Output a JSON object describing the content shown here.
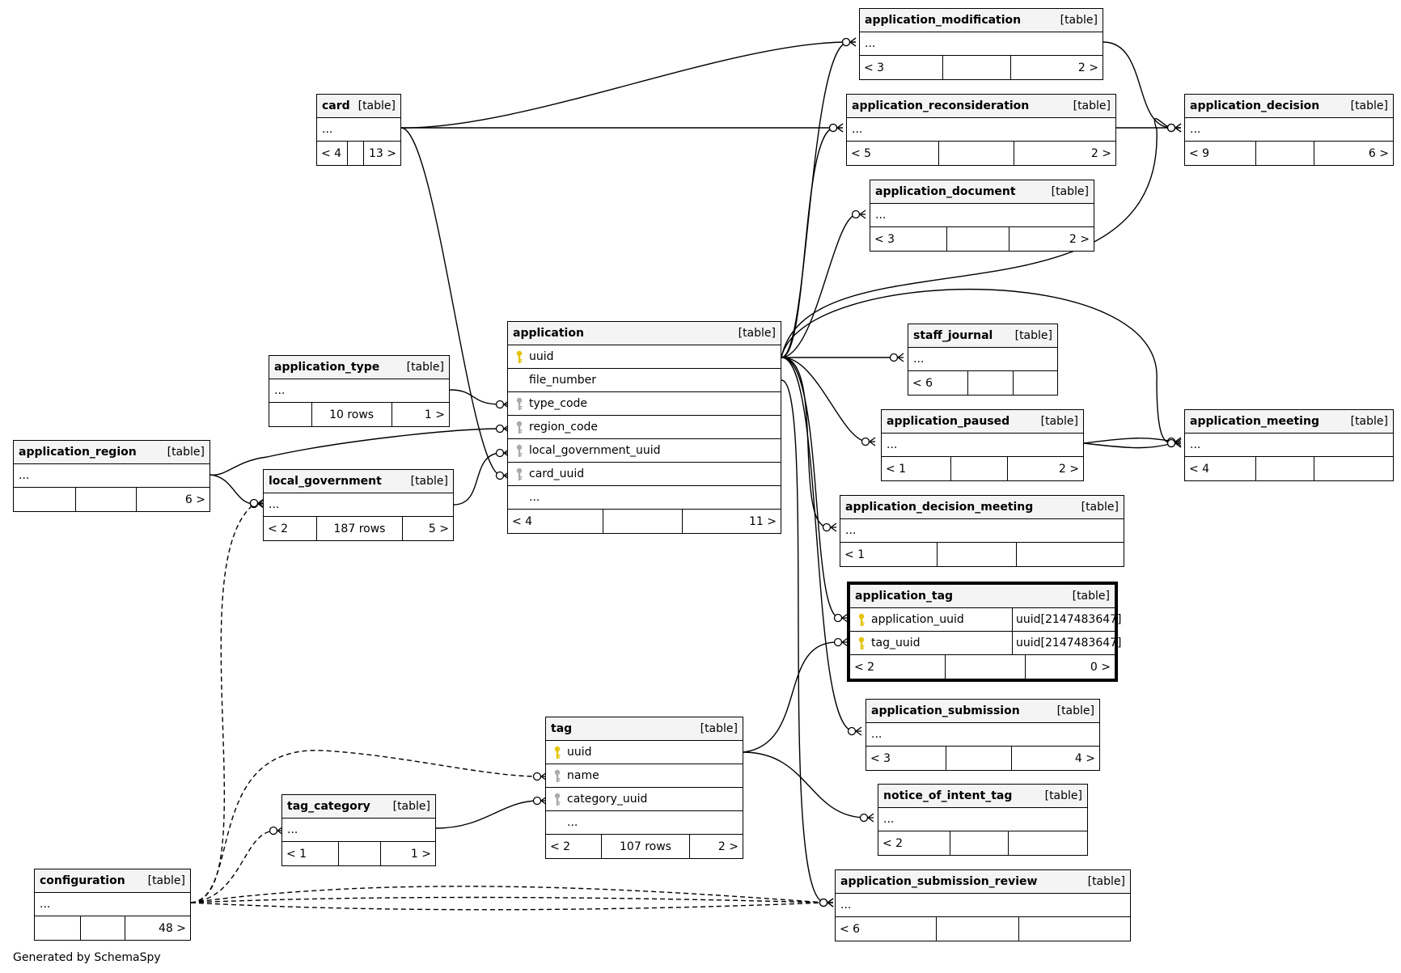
{
  "tables": [
    {
      "id": "card",
      "name": "card",
      "tag": "[table]",
      "columns": [
        {
          "name": "...",
          "key": "none"
        }
      ],
      "footer": [
        "< 4",
        "",
        "13 >"
      ]
    },
    {
      "id": "application_modification",
      "name": "application_modification",
      "tag": "[table]",
      "columns": [
        {
          "name": "...",
          "key": "none"
        }
      ],
      "footer": [
        "< 3",
        "",
        "2 >"
      ]
    },
    {
      "id": "application_reconsideration",
      "name": "application_reconsideration",
      "tag": "[table]",
      "columns": [
        {
          "name": "...",
          "key": "none"
        }
      ],
      "footer": [
        "< 5",
        "",
        "2 >"
      ]
    },
    {
      "id": "application_decision",
      "name": "application_decision",
      "tag": "[table]",
      "columns": [
        {
          "name": "...",
          "key": "none"
        }
      ],
      "footer": [
        "< 9",
        "",
        "6 >"
      ]
    },
    {
      "id": "application_document",
      "name": "application_document",
      "tag": "[table]",
      "columns": [
        {
          "name": "...",
          "key": "none"
        }
      ],
      "footer": [
        "< 3",
        "",
        "2 >"
      ]
    },
    {
      "id": "application",
      "name": "application",
      "tag": "[table]",
      "columns": [
        {
          "name": "uuid",
          "key": "pk"
        },
        {
          "name": "file_number",
          "key": "none"
        },
        {
          "name": "type_code",
          "key": "fk"
        },
        {
          "name": "region_code",
          "key": "fk"
        },
        {
          "name": "local_government_uuid",
          "key": "fk"
        },
        {
          "name": "card_uuid",
          "key": "fk"
        },
        {
          "name": "...",
          "key": "none"
        }
      ],
      "footer": [
        "< 4",
        "",
        "11 >"
      ]
    },
    {
      "id": "application_type",
      "name": "application_type",
      "tag": "[table]",
      "columns": [
        {
          "name": "...",
          "key": "none"
        }
      ],
      "footer": [
        "",
        "10 rows",
        "1 >"
      ]
    },
    {
      "id": "application_region",
      "name": "application_region",
      "tag": "[table]",
      "columns": [
        {
          "name": "...",
          "key": "none"
        }
      ],
      "footer": [
        "",
        "",
        "6 >"
      ]
    },
    {
      "id": "local_government",
      "name": "local_government",
      "tag": "[table]",
      "columns": [
        {
          "name": "...",
          "key": "none"
        }
      ],
      "footer": [
        "< 2",
        "187 rows",
        "5 >"
      ]
    },
    {
      "id": "staff_journal",
      "name": "staff_journal",
      "tag": "[table]",
      "columns": [
        {
          "name": "...",
          "key": "none"
        }
      ],
      "footer": [
        "< 6",
        "",
        ""
      ]
    },
    {
      "id": "application_paused",
      "name": "application_paused",
      "tag": "[table]",
      "columns": [
        {
          "name": "...",
          "key": "none"
        }
      ],
      "footer": [
        "< 1",
        "",
        "2 >"
      ]
    },
    {
      "id": "application_meeting",
      "name": "application_meeting",
      "tag": "[table]",
      "columns": [
        {
          "name": "...",
          "key": "none"
        }
      ],
      "footer": [
        "< 4",
        "",
        ""
      ]
    },
    {
      "id": "application_decision_meeting",
      "name": "application_decision_meeting",
      "tag": "[table]",
      "columns": [
        {
          "name": "...",
          "key": "none"
        }
      ],
      "footer": [
        "< 1",
        "",
        ""
      ]
    },
    {
      "id": "application_tag",
      "name": "application_tag",
      "tag": "[table]",
      "columns": [
        {
          "name": "application_uuid",
          "key": "pk",
          "type": "uuid[2147483647]"
        },
        {
          "name": "tag_uuid",
          "key": "pk",
          "type": "uuid[2147483647]"
        }
      ],
      "footer": [
        "< 2",
        "",
        "0 >"
      ]
    },
    {
      "id": "application_submission",
      "name": "application_submission",
      "tag": "[table]",
      "columns": [
        {
          "name": "...",
          "key": "none"
        }
      ],
      "footer": [
        "< 3",
        "",
        "4 >"
      ]
    },
    {
      "id": "tag",
      "name": "tag",
      "tag": "[table]",
      "columns": [
        {
          "name": "uuid",
          "key": "pk"
        },
        {
          "name": "name",
          "key": "fk"
        },
        {
          "name": "category_uuid",
          "key": "fk"
        },
        {
          "name": "...",
          "key": "none"
        }
      ],
      "footer": [
        "< 2",
        "107 rows",
        "2 >"
      ]
    },
    {
      "id": "tag_category",
      "name": "tag_category",
      "tag": "[table]",
      "columns": [
        {
          "name": "...",
          "key": "none"
        }
      ],
      "footer": [
        "< 1",
        "",
        "1 >"
      ]
    },
    {
      "id": "notice_of_intent_tag",
      "name": "notice_of_intent_tag",
      "tag": "[table]",
      "columns": [
        {
          "name": "...",
          "key": "none"
        }
      ],
      "footer": [
        "< 2",
        "",
        ""
      ]
    },
    {
      "id": "configuration",
      "name": "configuration",
      "tag": "[table]",
      "columns": [
        {
          "name": "...",
          "key": "none"
        }
      ],
      "footer": [
        "",
        "",
        "48 >"
      ]
    },
    {
      "id": "application_submission_review",
      "name": "application_submission_review",
      "tag": "[table]",
      "columns": [
        {
          "name": "...",
          "key": "none"
        }
      ],
      "footer": [
        "< 6",
        "",
        ""
      ]
    }
  ],
  "relationships": [
    {
      "from": "application",
      "to": "application_modification",
      "style": "solid"
    },
    {
      "from": "application",
      "to": "application_reconsideration",
      "style": "solid"
    },
    {
      "from": "application",
      "to": "application_document",
      "style": "solid"
    },
    {
      "from": "application",
      "to": "application_decision",
      "style": "solid"
    },
    {
      "from": "application",
      "to": "application_meeting",
      "style": "solid"
    },
    {
      "from": "application",
      "to": "staff_journal",
      "style": "solid"
    },
    {
      "from": "application",
      "to": "application_paused",
      "style": "solid"
    },
    {
      "from": "application",
      "to": "application_decision_meeting",
      "style": "solid"
    },
    {
      "from": "application",
      "to": "application_tag",
      "style": "solid"
    },
    {
      "from": "application",
      "to": "application_submission",
      "style": "solid"
    },
    {
      "from": "application",
      "to": "application_submission_review",
      "style": "solid"
    },
    {
      "from": "card",
      "to": "application_modification",
      "style": "solid"
    },
    {
      "from": "card",
      "to": "application_reconsideration",
      "style": "solid"
    },
    {
      "from": "card",
      "to": "application",
      "style": "solid"
    },
    {
      "from": "application_modification",
      "to": "application_decision",
      "style": "solid"
    },
    {
      "from": "application_reconsideration",
      "to": "application_decision",
      "style": "solid"
    },
    {
      "from": "application_paused",
      "to": "application_meeting",
      "style": "solid"
    },
    {
      "from": "application_type",
      "to": "application",
      "style": "solid"
    },
    {
      "from": "application_region",
      "to": "application",
      "style": "solid"
    },
    {
      "from": "application_region",
      "to": "local_government",
      "style": "solid"
    },
    {
      "from": "local_government",
      "to": "application",
      "style": "solid"
    },
    {
      "from": "tag",
      "to": "application_tag",
      "style": "solid"
    },
    {
      "from": "tag",
      "to": "notice_of_intent_tag",
      "style": "solid"
    },
    {
      "from": "tag_category",
      "to": "tag",
      "style": "solid"
    },
    {
      "from": "configuration",
      "to": "local_government",
      "style": "dashed"
    },
    {
      "from": "configuration",
      "to": "tag",
      "style": "dashed"
    },
    {
      "from": "configuration",
      "to": "tag_category",
      "style": "dashed"
    },
    {
      "from": "configuration",
      "to": "application_submission_review",
      "style": "dashed"
    }
  ],
  "credit": "Generated by SchemaSpy",
  "colors": {
    "pk_key": "#e6c200",
    "fk_key": "#aaaaaa",
    "header": "#f4f4f4",
    "line": "#000000"
  }
}
